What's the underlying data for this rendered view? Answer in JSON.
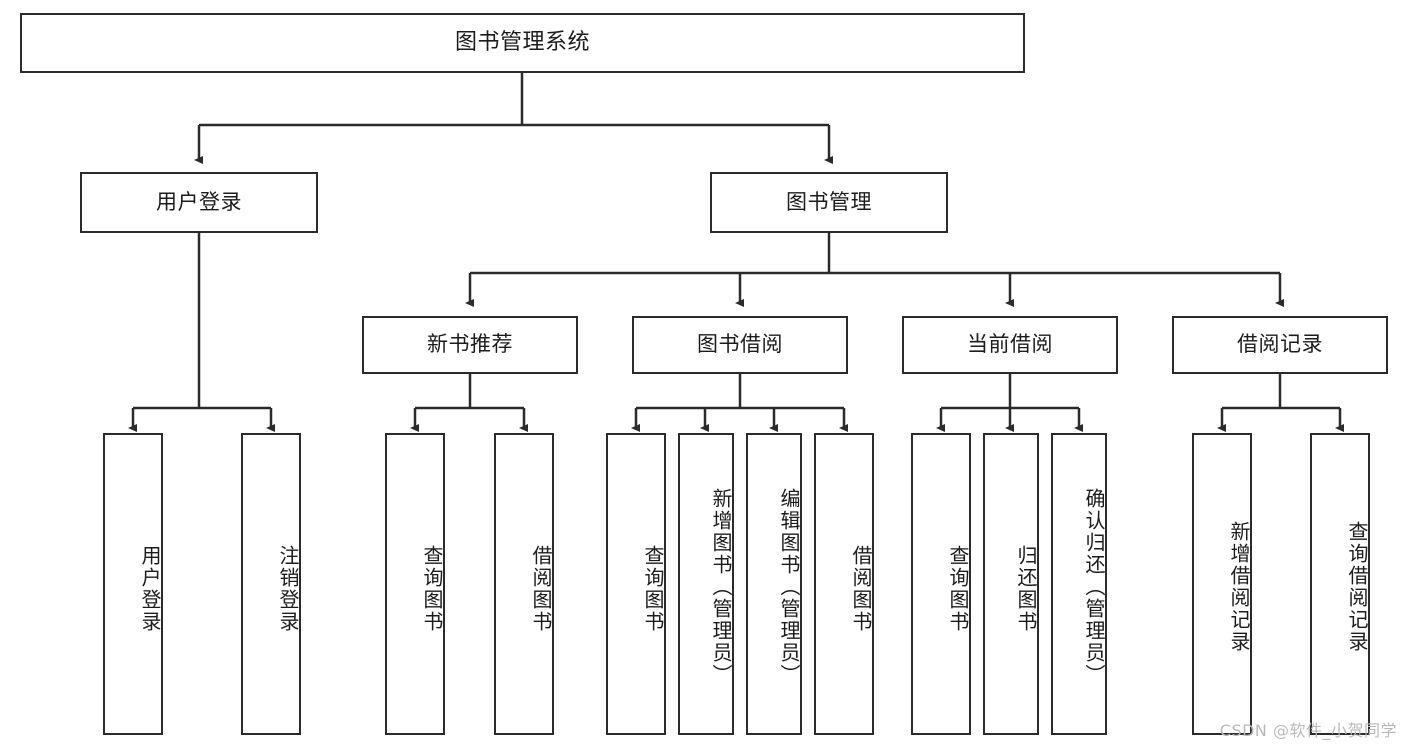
{
  "diagram": {
    "title": "图书管理系统",
    "watermark": "CSDN @软件_小贺同学",
    "stroke_color": "#2b2b2b",
    "fill_color": "#ffffff",
    "text_color": "#1c1c1c",
    "watermark_color": "#b9b9b9"
  },
  "nodes": {
    "root": {
      "label": "图书管理系统"
    },
    "level2": [
      {
        "label": "用户登录"
      },
      {
        "label": "图书管理"
      }
    ],
    "level3": [
      {
        "label": "新书推荐"
      },
      {
        "label": "图书借阅"
      },
      {
        "label": "当前借阅"
      },
      {
        "label": "借阅记录"
      }
    ],
    "leaves": {
      "user_login": [
        {
          "label": "用户登录"
        },
        {
          "label": "注销登录"
        }
      ],
      "new_book": [
        {
          "label": "查询图书"
        },
        {
          "label": "借阅图书"
        }
      ],
      "book_borrow": [
        {
          "label": "查询图书"
        },
        {
          "label": "新增图书（管理员）"
        },
        {
          "label": "编辑图书（管理员）"
        },
        {
          "label": "借阅图书"
        }
      ],
      "current_borrow": [
        {
          "label": "查询图书"
        },
        {
          "label": "归还图书"
        },
        {
          "label": "确认归还（管理员）"
        }
      ],
      "borrow_record": [
        {
          "label": "新增借阅记录"
        },
        {
          "label": "查询借阅记录"
        }
      ]
    }
  },
  "chart_data": {
    "type": "table",
    "title": "图书管理系统 功能结构图",
    "hierarchy": [
      {
        "name": "图书管理系统",
        "children": [
          {
            "name": "用户登录",
            "children": [
              {
                "name": "用户登录"
              },
              {
                "name": "注销登录"
              }
            ]
          },
          {
            "name": "图书管理",
            "children": [
              {
                "name": "新书推荐",
                "children": [
                  {
                    "name": "查询图书"
                  },
                  {
                    "name": "借阅图书"
                  }
                ]
              },
              {
                "name": "图书借阅",
                "children": [
                  {
                    "name": "查询图书"
                  },
                  {
                    "name": "新增图书（管理员）"
                  },
                  {
                    "name": "编辑图书（管理员）"
                  },
                  {
                    "name": "借阅图书"
                  }
                ]
              },
              {
                "name": "当前借阅",
                "children": [
                  {
                    "name": "查询图书"
                  },
                  {
                    "name": "归还图书"
                  },
                  {
                    "name": "确认归还（管理员）"
                  }
                ]
              },
              {
                "name": "借阅记录",
                "children": [
                  {
                    "name": "新增借阅记录"
                  },
                  {
                    "name": "查询借阅记录"
                  }
                ]
              }
            ]
          }
        ]
      }
    ]
  }
}
